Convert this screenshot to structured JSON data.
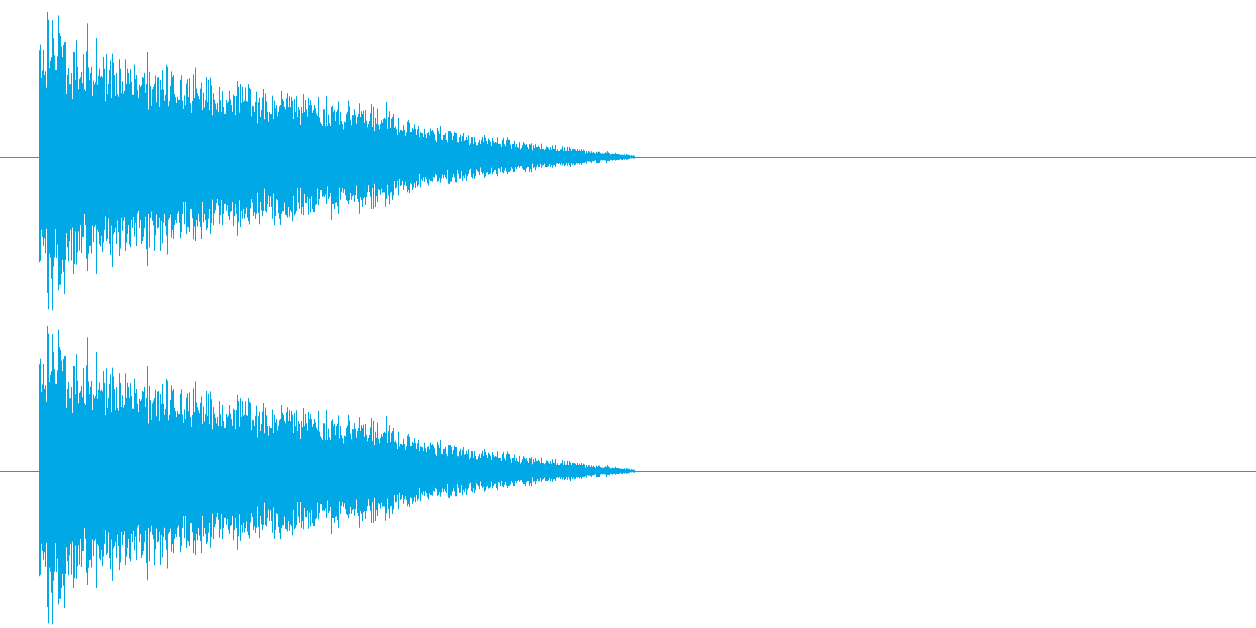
{
  "colors": {
    "background": "#ffffff",
    "waveform": "#00a8e6",
    "centerline": "#00a8e6"
  },
  "channels": [
    {
      "name": ""
    },
    {
      "name": ""
    }
  ],
  "envelope": {
    "onset_fraction": 0.031,
    "end_fraction": 0.505,
    "peak_amplitude": 0.98
  }
}
